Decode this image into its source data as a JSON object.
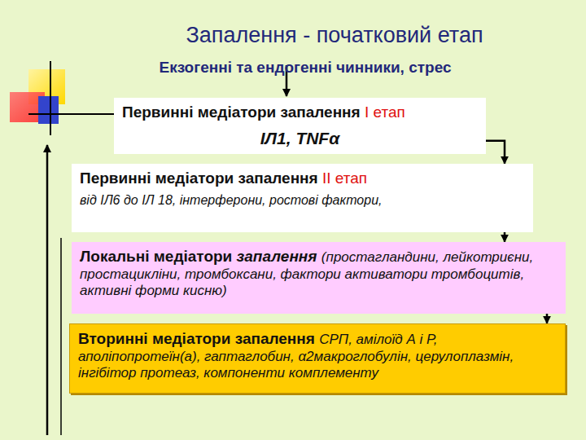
{
  "diagram": {
    "title": "Запалення - початковий етап",
    "nodes": [
      {
        "text": [
          "Первинні медіатори запалення",
          "І етап",
          "ІЛ1, TNFα"
        ]
      },
      {
        "text": [
          "Первинні медіатори запалення",
          "ІІ етап",
          "від ІЛ6 до ІЛ 18, інтерферони, ростові фактори,"
        ]
      },
      {
        "text": [
          "Локальні медіатори",
          "запалення",
          "(простагландини, лейкотриєни, простацикліни, тромбоксани, фактори активатори тромбоцитів, активні форми кисню)"
        ]
      },
      {
        "text": [
          "Вторинні медіатори запалення",
          "СРП, амілоїд А і Р, аполіпопротеїн(а), гаптаглобин, α2макроглобулін, церулоплазмін, інгібітор протеаз, компоненти комплементу"
        ]
      }
    ],
    "edges": [
      {
        "from": 0,
        "to": 1,
        "arrow": "to"
      },
      {
        "from": 1,
        "to": 2,
        "arrow": "to"
      },
      {
        "from": 2,
        "to": 3,
        "arrow": "to"
      }
    ],
    "labels": [
      "Екзогенні та ендогенні чинники, стрес"
    ]
  }
}
